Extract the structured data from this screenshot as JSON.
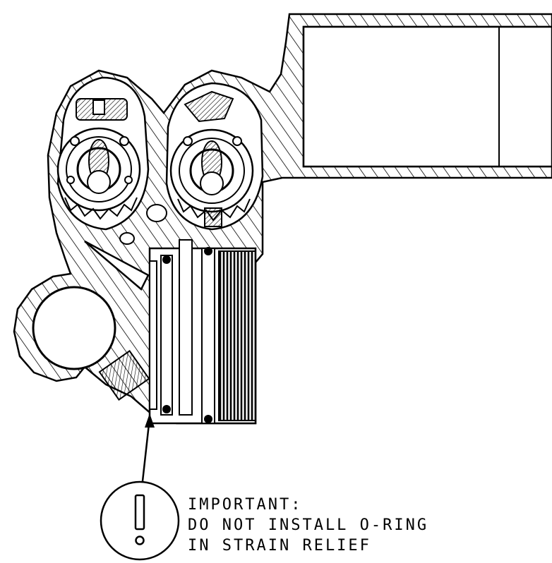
{
  "note": {
    "lines": [
      "IMPORTANT:",
      "DO NOT INSTALL O-RING",
      "IN STRAIN RELIEF"
    ],
    "warning_symbol": "exclamation-in-circle"
  },
  "colors": {
    "ink": "#000000",
    "paper": "#ffffff"
  }
}
